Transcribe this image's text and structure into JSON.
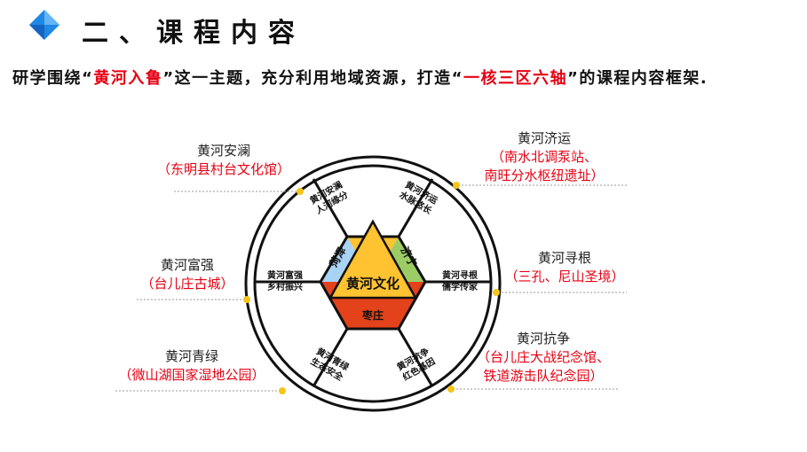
{
  "title": "二、课程内容",
  "intro": {
    "before": "研学围绕“",
    "highlight1": "黄河入鲁",
    "middle": "”这一主题，充分利用地域资源，打造“",
    "highlight2": "一核三区六轴",
    "after": "”的课程内容框架."
  },
  "colors": {
    "accent_blue": "#1e88e5",
    "highlight_red": "#e60012",
    "region_blue": "#a9d3f5",
    "region_green": "#9ccc65",
    "region_red": "#e3421a",
    "core_yellow": "#ffc230",
    "dot_yellow": "#f5c518"
  },
  "core": {
    "label": "黄河文化"
  },
  "regions": {
    "left": "菏泽",
    "right": "济宁",
    "bottom": "枣庄"
  },
  "segments": {
    "top_left": [
      "黄河安澜",
      "人河缘分"
    ],
    "top_right": [
      "黄河济运",
      "水脉悠长"
    ],
    "right": [
      "黄河寻根",
      "儒学传家"
    ],
    "bottom_right": [
      "黄河抗争",
      "红色基因"
    ],
    "bottom_left": [
      "黄河青绿",
      "生态安全"
    ],
    "left": [
      "黄河富强",
      "乡村振兴"
    ]
  },
  "labels": {
    "tl": {
      "name": "黄河安澜",
      "sub": [
        "（东明县村台文化馆）"
      ]
    },
    "tr": {
      "name": "黄河济运",
      "sub": [
        "（南水北调泵站、",
        "南旺分水枢纽遗址）"
      ]
    },
    "l": {
      "name": "黄河富强",
      "sub": [
        "（台儿庄古城）"
      ]
    },
    "r": {
      "name": "黄河寻根",
      "sub": [
        "（三孔、尼山圣境）"
      ]
    },
    "bl": {
      "name": "黄河青绿",
      "sub": [
        "（微山湖国家湿地公园）"
      ]
    },
    "br": {
      "name": "黄河抗争",
      "sub": [
        "（台儿庄大战纪念馆、",
        "铁道游击队纪念园）"
      ]
    }
  }
}
